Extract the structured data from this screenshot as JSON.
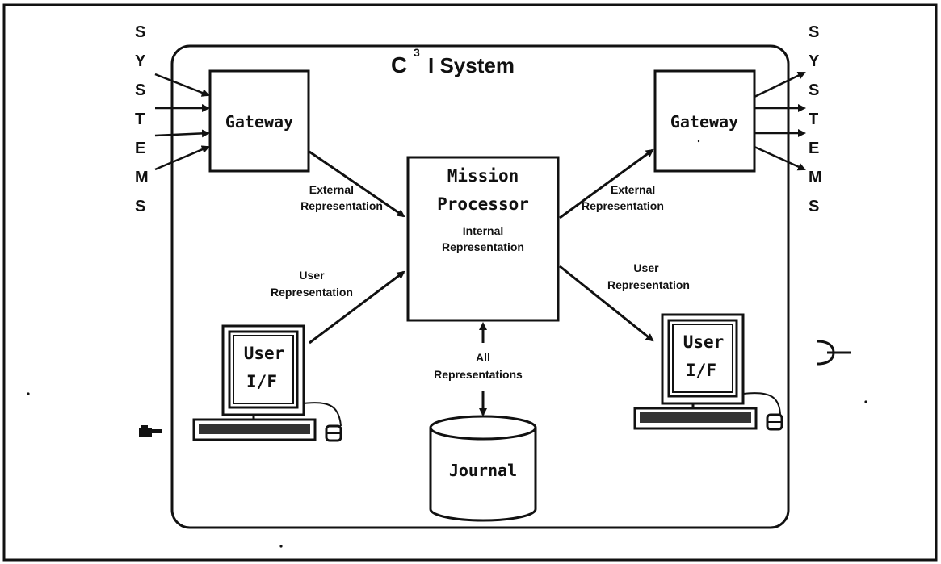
{
  "title": {
    "main": "C",
    "superscript": "3",
    "rest": "I System"
  },
  "left_letters": [
    "S",
    "Y",
    "S",
    "T",
    "E",
    "M",
    "S"
  ],
  "right_letters": [
    "S",
    "Y",
    "S",
    "T",
    "E",
    "M",
    "S"
  ],
  "gateway_left": "Gateway",
  "gateway_right": "Gateway",
  "mission": {
    "line1": "Mission",
    "line2": "Processor",
    "internal1": "Internal",
    "internal2": "Representation"
  },
  "ext_left": {
    "line1": "External",
    "line2": "Representation"
  },
  "ext_right": {
    "line1": "External",
    "line2": "Representation"
  },
  "user_left": {
    "line1": "User",
    "line2": "Representation"
  },
  "user_right": {
    "line1": "User",
    "line2": "Representation"
  },
  "all_rep": {
    "line1": "All",
    "line2": "Representations"
  },
  "journal": "Journal",
  "terminal_left": {
    "line1": "User",
    "line2": "I/F"
  },
  "terminal_right": {
    "line1": "User",
    "line2": "I/F"
  }
}
